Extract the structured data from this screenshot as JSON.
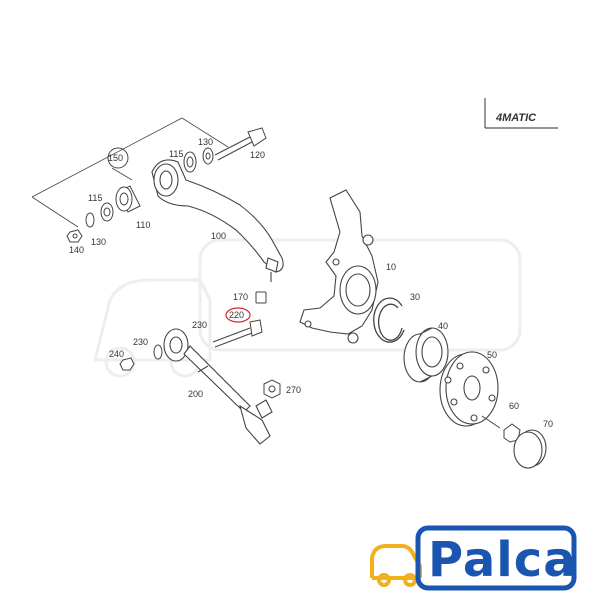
{
  "badge": {
    "text": "4MATIC"
  },
  "logo": {
    "text": "Palca",
    "primary_color": "#1a56b0",
    "accent_color": "#f2b01e"
  },
  "parts": {
    "p10": "10",
    "p30": "30",
    "p40": "40",
    "p50": "50",
    "p60": "60",
    "p70": "70",
    "p100": "100",
    "p110": "110",
    "p115a": "115",
    "p115b": "115",
    "p120": "120",
    "p130a": "130",
    "p130b": "130",
    "p140": "140",
    "p150": "150",
    "p170": "170",
    "p200": "200",
    "p220": "220",
    "p230a": "230",
    "p230b": "230",
    "p240": "240",
    "p270": "270"
  },
  "highlight_color": "#d9262c"
}
